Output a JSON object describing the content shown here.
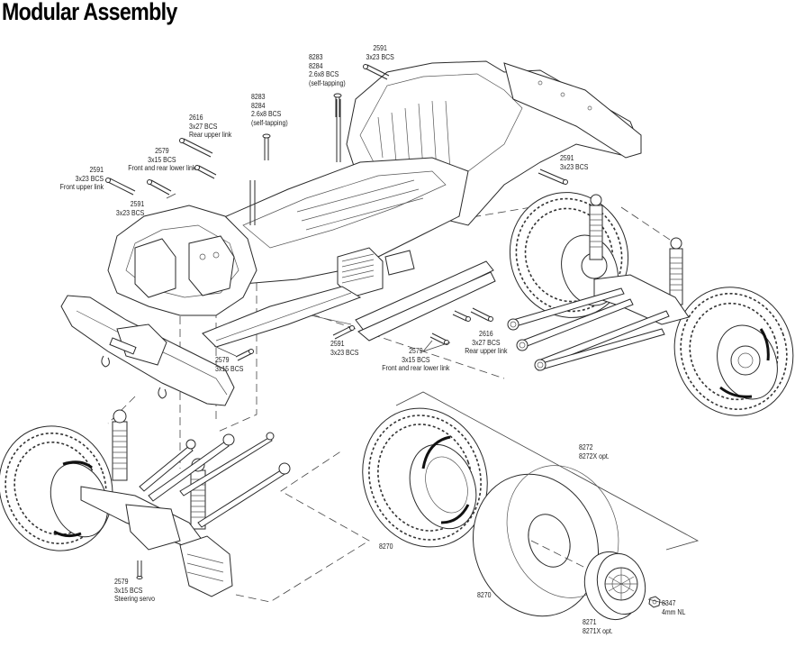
{
  "page": {
    "title": "Modular Assembly"
  },
  "callouts": [
    {
      "id": "screw-2591-top",
      "lines": [
        "2591",
        "3x23 BCS"
      ]
    },
    {
      "id": "screw-8283-upper",
      "lines": [
        "8283",
        "8284",
        "2.6x8 BCS",
        "(self-tapping)"
      ]
    },
    {
      "id": "screw-8283-lower",
      "lines": [
        "8283",
        "8284",
        "2.6x8 BCS",
        "(self-tapping)"
      ]
    },
    {
      "id": "screw-2616-left",
      "lines": [
        "2616",
        "3x27 BCS",
        "Rear upper link"
      ]
    },
    {
      "id": "screw-2579-left",
      "lines": [
        "2579",
        "3x15 BCS",
        "Front and rear lower link"
      ]
    },
    {
      "id": "screw-2591-front-upper",
      "lines": [
        "2591",
        "3x23 BCS",
        "Front upper link"
      ]
    },
    {
      "id": "screw-2591-mid-left",
      "lines": [
        "2591",
        "3x23 BCS"
      ]
    },
    {
      "id": "screw-2591-right",
      "lines": [
        "2591",
        "3x23 BCS"
      ]
    },
    {
      "id": "screw-2591-bottom",
      "lines": [
        "2591",
        "3x23 BCS"
      ]
    },
    {
      "id": "screw-2579-bottom",
      "lines": [
        "2579",
        "3x15 BCS",
        "Front and rear lower link"
      ]
    },
    {
      "id": "screw-2616-right",
      "lines": [
        "2616",
        "3x27 BCS",
        "Rear upper link"
      ]
    },
    {
      "id": "screw-2579-bumper",
      "lines": [
        "2579",
        "3x15 BCS"
      ]
    },
    {
      "id": "screw-2579-servo",
      "lines": [
        "2579",
        "3x15 BCS",
        "Steering servo"
      ]
    },
    {
      "id": "wheel-assembly-8272",
      "lines": [
        "8272",
        "8272X opt."
      ]
    },
    {
      "id": "tire-8270",
      "lines": [
        "8270"
      ]
    },
    {
      "id": "foam-insert-8270",
      "lines": [
        "8270"
      ]
    },
    {
      "id": "wheel-8271",
      "lines": [
        "8271",
        "8271X opt."
      ]
    },
    {
      "id": "nut-8347",
      "lines": [
        "8347",
        "4mm NL"
      ]
    }
  ]
}
